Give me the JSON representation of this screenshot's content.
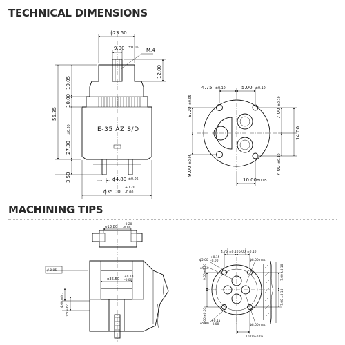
{
  "sections": {
    "technical": "TECHNICAL DIMENSIONS",
    "machining": "MACHINING TIPS"
  },
  "side_view": {
    "top_dia": "ϕ23.50",
    "stem_w": "9.00",
    "stem_w_tol": "±0.05",
    "thread": "M.4",
    "stem_h": "12.00",
    "d_19": "19.05",
    "d_10": "10.00",
    "d_27": "27.30",
    "d_27_tol": "±0.30",
    "d_56": "56.35",
    "d_3": "3.50",
    "marking": "E-35 AZ S/D",
    "pin_dia": "ϕ4.80",
    "pin_dia_tol": "±0.05",
    "body_dia": "ϕ35.00",
    "body_dia_tol_up": "+0.20",
    "body_dia_tol_lo": "-0.00"
  },
  "bottom_view": {
    "top_left": "4.75",
    "top_left_tol": "±0.10",
    "top_right": "5.00",
    "top_right_tol": "±0.10",
    "left_upper": "9.00",
    "left_upper_tol": "±0.05",
    "left_lower": "9.00",
    "left_lower_tol": "±0.05",
    "right_upper": "7.00",
    "right_upper_tol": "±0.10",
    "right_lower": "7.00",
    "right_lower_tol": "±0.10",
    "right_total": "14.00",
    "bottom": "10.00",
    "bottom_tol": "±0.05"
  },
  "machining_side": {
    "top_dia": "ϕ13.80",
    "top_dia_tol_up": "+0.20",
    "top_dia_tol_lo": "-0.00",
    "body_dia": "ϕ35.50",
    "body_dia_tol_up": "+0.10",
    "body_dia_tol_lo": "-0.00",
    "flatness": "// 0.05",
    "depth_a": "4.00 min.",
    "depth_b": "0.50x45°"
  },
  "machining_bottom": {
    "top_left": "4.75",
    "top_left_tol": "±0.10",
    "top_right": "5.00",
    "top_right_tol": "±0.10",
    "hole_a": "ϕ5.00",
    "hole_a_tol_up": "+0.15",
    "hole_a_tol_lo": "-0.00",
    "hole_b": "ϕ9.50",
    "max_a": "ϕ8.00max.",
    "max_b": "ϕ8.00max.",
    "hole_c": "ϕ5.00",
    "hole_c_tol_up": "+0.15",
    "hole_c_tol_lo": "-0.00",
    "left_upper": "9.00",
    "left_upper_tol": "±0.05",
    "left_lower": "9.00",
    "left_lower_tol": "±0.05",
    "right_upper": "7.00",
    "right_upper_tol": "±0.10",
    "right_lower": "7.00",
    "right_lower_tol": "±0.10",
    "bottom": "10.00",
    "bottom_tol": "±0.05"
  }
}
